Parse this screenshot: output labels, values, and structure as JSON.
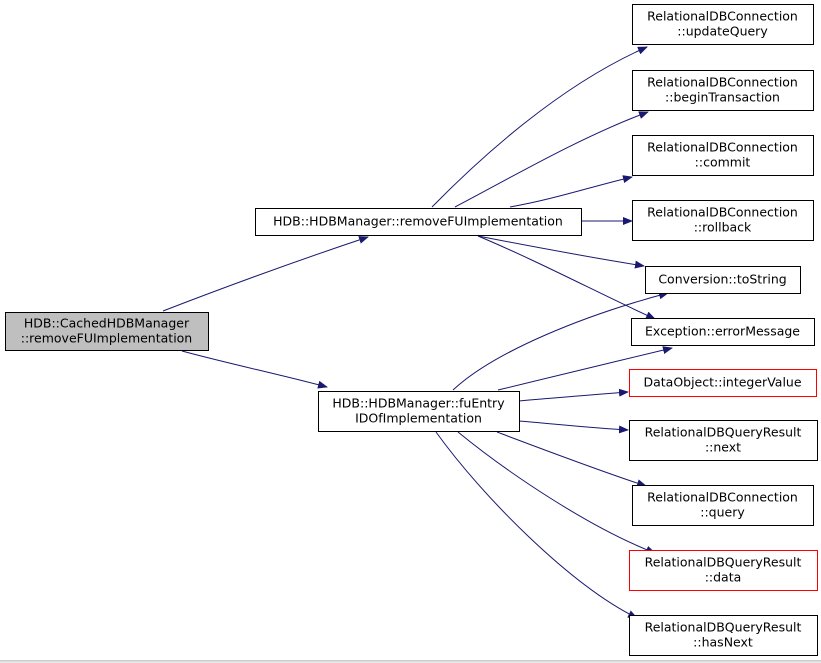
{
  "colors": {
    "edge": "#191970",
    "node_border": "#000000",
    "node_border_missing": "#ff0000",
    "root_fill": "#bfbfbf",
    "node_fill": "#ffffff"
  },
  "nodes": [
    {
      "id": "root",
      "lines": [
        "HDB::CachedHDBManager",
        "::removeFUImplementation"
      ],
      "style": "root"
    },
    {
      "id": "remove",
      "lines": [
        "HDB::HDBManager::removeFUImplementation"
      ],
      "style": "normal"
    },
    {
      "id": "fuentry",
      "lines": [
        "HDB::HDBManager::fuEntry",
        "IDOfImplementation"
      ],
      "style": "normal"
    },
    {
      "id": "updateQuery",
      "lines": [
        "RelationalDBConnection",
        "::updateQuery"
      ],
      "style": "normal"
    },
    {
      "id": "beginTransaction",
      "lines": [
        "RelationalDBConnection",
        "::beginTransaction"
      ],
      "style": "normal"
    },
    {
      "id": "commit",
      "lines": [
        "RelationalDBConnection",
        "::commit"
      ],
      "style": "normal"
    },
    {
      "id": "rollback",
      "lines": [
        "RelationalDBConnection",
        "::rollback"
      ],
      "style": "normal"
    },
    {
      "id": "toString",
      "lines": [
        "Conversion::toString"
      ],
      "style": "normal"
    },
    {
      "id": "errorMessage",
      "lines": [
        "Exception::errorMessage"
      ],
      "style": "normal"
    },
    {
      "id": "integerValue",
      "lines": [
        "DataObject::integerValue"
      ],
      "style": "missing"
    },
    {
      "id": "next",
      "lines": [
        "RelationalDBQueryResult",
        "::next"
      ],
      "style": "normal"
    },
    {
      "id": "query",
      "lines": [
        "RelationalDBConnection",
        "::query"
      ],
      "style": "normal"
    },
    {
      "id": "data",
      "lines": [
        "RelationalDBQueryResult",
        "::data"
      ],
      "style": "missing"
    },
    {
      "id": "hasNext",
      "lines": [
        "RelationalDBQueryResult",
        "::hasNext"
      ],
      "style": "normal"
    }
  ],
  "edges": [
    {
      "from": "root",
      "to": "remove"
    },
    {
      "from": "root",
      "to": "fuentry"
    },
    {
      "from": "remove",
      "to": "updateQuery"
    },
    {
      "from": "remove",
      "to": "beginTransaction"
    },
    {
      "from": "remove",
      "to": "commit"
    },
    {
      "from": "remove",
      "to": "rollback"
    },
    {
      "from": "remove",
      "to": "toString"
    },
    {
      "from": "remove",
      "to": "errorMessage"
    },
    {
      "from": "fuentry",
      "to": "toString"
    },
    {
      "from": "fuentry",
      "to": "errorMessage"
    },
    {
      "from": "fuentry",
      "to": "integerValue"
    },
    {
      "from": "fuentry",
      "to": "next"
    },
    {
      "from": "fuentry",
      "to": "query"
    },
    {
      "from": "fuentry",
      "to": "data"
    },
    {
      "from": "fuentry",
      "to": "hasNext"
    }
  ]
}
